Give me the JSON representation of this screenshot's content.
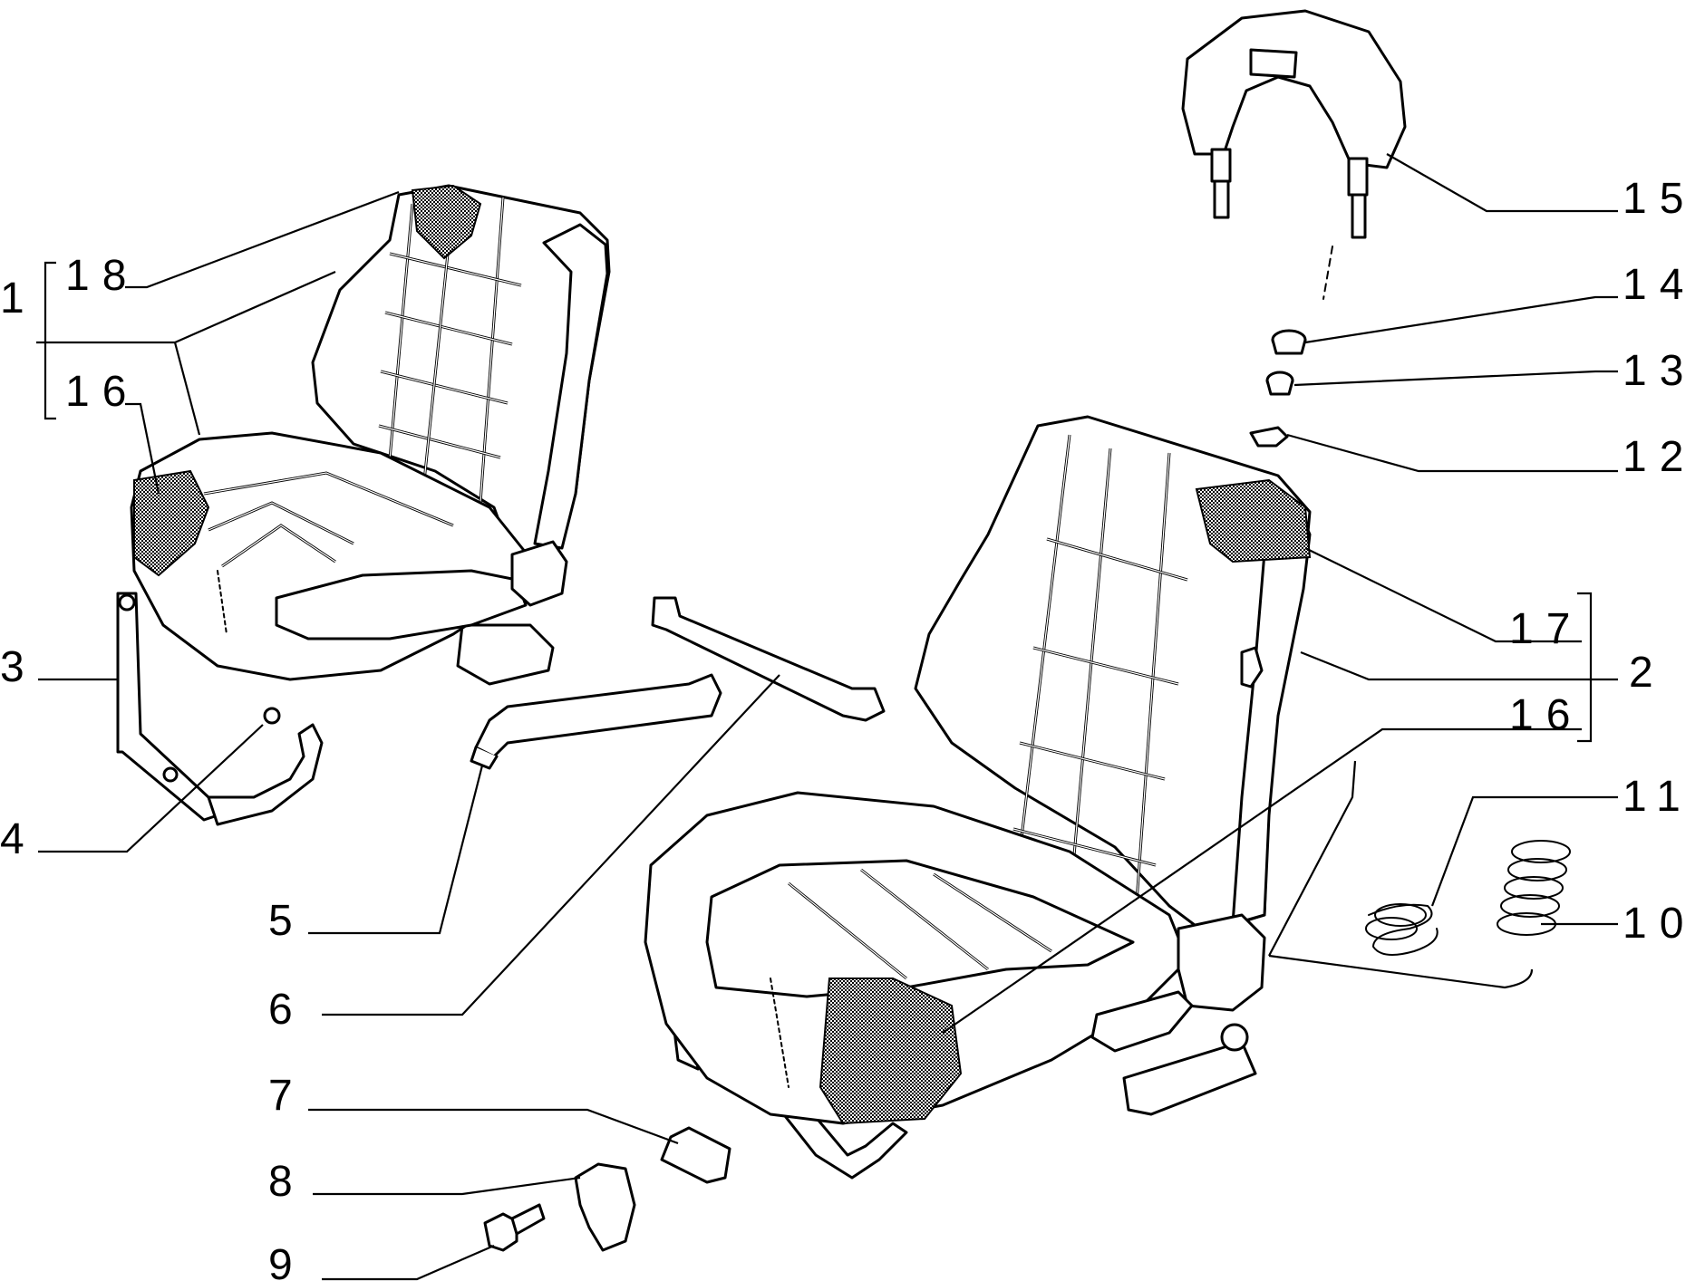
{
  "diagram": {
    "callouts": [
      {
        "id": "c1",
        "text": "1"
      },
      {
        "id": "c2",
        "text": "2"
      },
      {
        "id": "c3",
        "text": "3"
      },
      {
        "id": "c4",
        "text": "4"
      },
      {
        "id": "c5",
        "text": "5"
      },
      {
        "id": "c6",
        "text": "6"
      },
      {
        "id": "c7",
        "text": "7"
      },
      {
        "id": "c8",
        "text": "8"
      },
      {
        "id": "c9",
        "text": "9"
      },
      {
        "id": "c10",
        "text": "10"
      },
      {
        "id": "c11",
        "text": "11"
      },
      {
        "id": "c12",
        "text": "12"
      },
      {
        "id": "c13",
        "text": "13"
      },
      {
        "id": "c14",
        "text": "14"
      },
      {
        "id": "c15",
        "text": "15"
      },
      {
        "id": "c16a",
        "text": "16"
      },
      {
        "id": "c16b",
        "text": "16"
      },
      {
        "id": "c17",
        "text": "17"
      },
      {
        "id": "c18",
        "text": "18"
      }
    ],
    "colors": {
      "line": "#000000",
      "background": "#ffffff",
      "shading": "#000000"
    }
  }
}
